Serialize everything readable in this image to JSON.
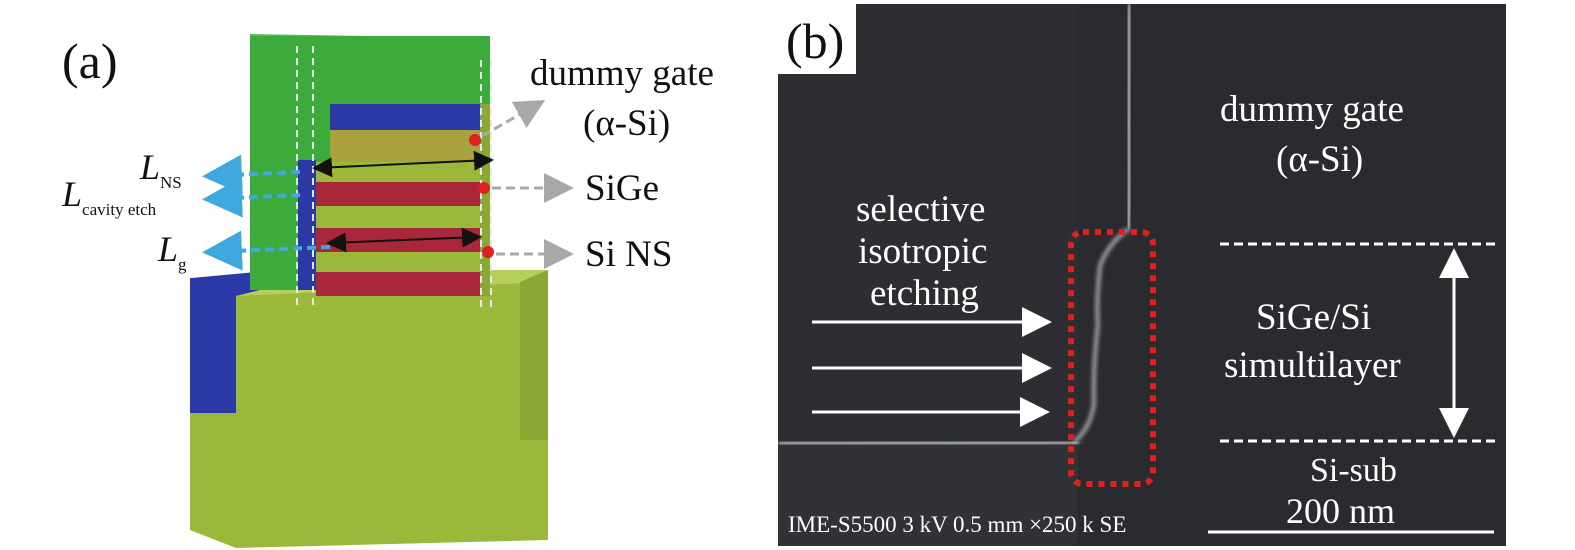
{
  "panel_a": {
    "label": "(a)",
    "dummy_gate_line1": "dummy gate",
    "dummy_gate_line2": "(α-Si)",
    "sige_label": "SiGe",
    "si_ns_label": "Si NS",
    "lns_main": "L",
    "lns_sub": "NS",
    "lcav_main": "L",
    "lcav_sub": "cavity etch",
    "lg_main": "L",
    "lg_sub": "g",
    "colors": {
      "gate": "#3cab3c",
      "si": "#9ab83a",
      "sige": "#a8283a",
      "oxide": "#2b3aa6",
      "top_layer": "#a9a23e",
      "arrow_blue": "#3fa8dc",
      "arrow_gray": "#a8a8a8",
      "marker_red": "#e02020"
    }
  },
  "panel_b": {
    "label": "(b)",
    "dummy_gate_line1": "dummy gate",
    "dummy_gate_line2": "(α-Si)",
    "etch_line1": "selective",
    "etch_line2": "isotropic",
    "etch_line3": "etching",
    "stack_line1": "SiGe/Si",
    "stack_line2": "simultilayer",
    "sub_label": "Si-sub",
    "scale_label": "200 nm",
    "info_bar": "IME-S5500 3 kV 0.5 mm ×250 k SE",
    "colors": {
      "background": "#2a2b2e",
      "highlight_box": "#e02020"
    }
  }
}
